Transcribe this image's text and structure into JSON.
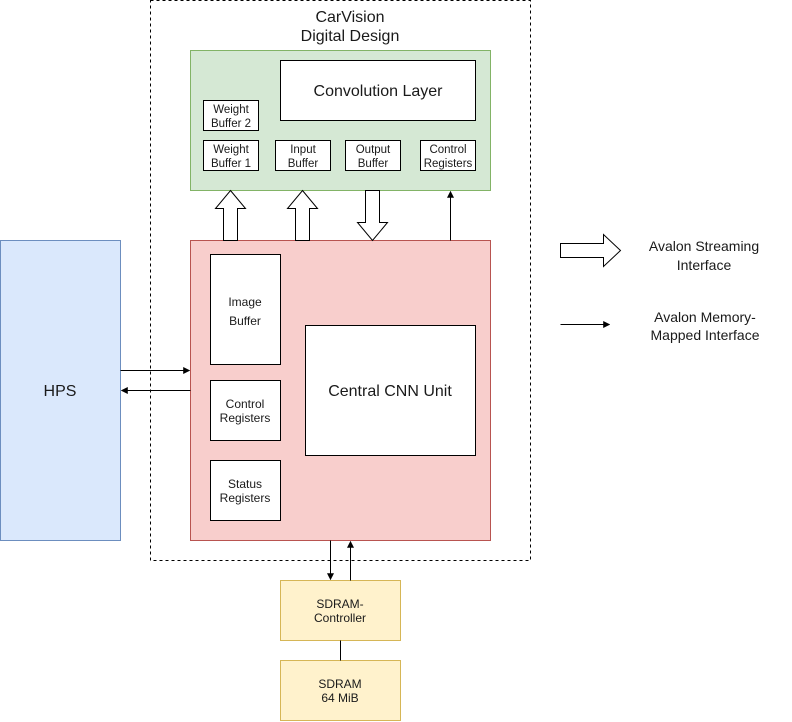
{
  "title": {
    "line1": "CarVision",
    "line2": "Digital Design"
  },
  "convolution": {
    "layer_label": "Convolution Layer",
    "weight_buffer_2": [
      "Weight",
      "Buffer 2"
    ],
    "weight_buffer_1": [
      "Weight",
      "Buffer 1"
    ],
    "input_buffer": [
      "Input",
      "Buffer"
    ],
    "output_buffer": [
      "Output",
      "Buffer"
    ],
    "control_registers": [
      "Control",
      "Registers"
    ]
  },
  "central": {
    "image_buffer": [
      "Image",
      "Buffer"
    ],
    "control_registers": [
      "Control",
      "Registers"
    ],
    "status_registers": [
      "Status",
      "Registers"
    ],
    "cnn_unit": "Central CNN Unit"
  },
  "hps": {
    "label": "HPS"
  },
  "sdram_controller": [
    "SDRAM-",
    "Controller"
  ],
  "sdram": [
    "SDRAM",
    "64 MiB"
  ],
  "legend": {
    "streaming": [
      "Avalon Streaming",
      "Interface"
    ],
    "memory_mapped": [
      "Avalon Memory-",
      "Mapped Interface"
    ]
  },
  "colors": {
    "green_fill": "#d5e8d4",
    "green_stroke": "#82b366",
    "red_fill": "#f8cecc",
    "red_stroke": "#b85450",
    "blue_fill": "#dae8fc",
    "blue_stroke": "#6c8ebf",
    "yellow_fill": "#fff2cc",
    "yellow_stroke": "#d6b656"
  }
}
